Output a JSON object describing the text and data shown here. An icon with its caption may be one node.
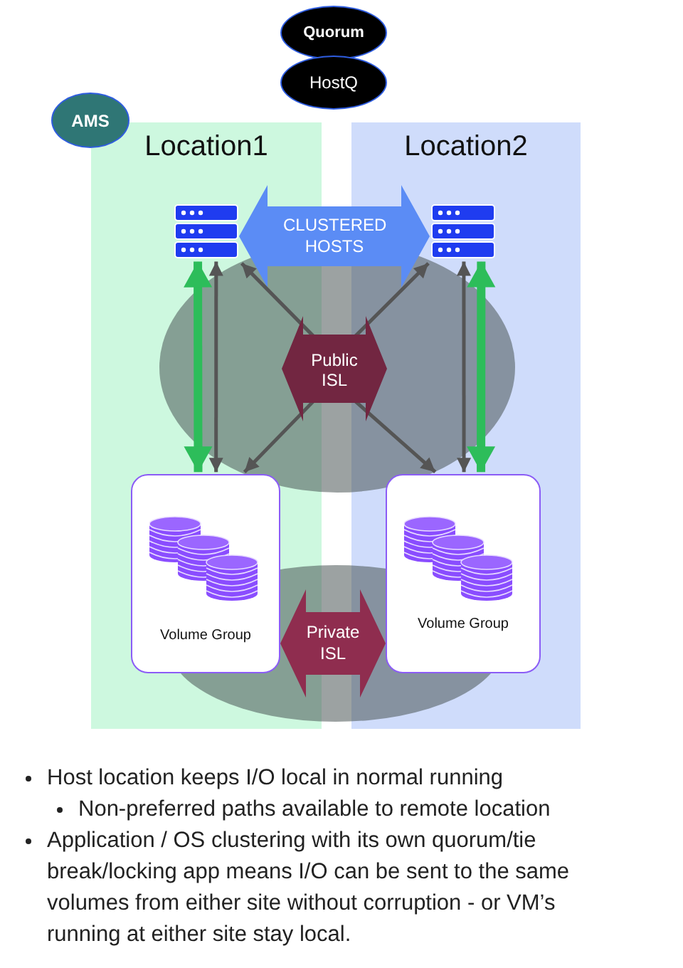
{
  "diagram": {
    "nodes": [
      {
        "text": [
          "Quorum"
        ]
      },
      {
        "text": [
          "HostQ"
        ]
      },
      {
        "text": [
          "AMS"
        ]
      },
      {
        "text": [
          "Location1"
        ]
      },
      {
        "text": [
          "Location2"
        ]
      },
      {
        "text": [],
        "shape": "server",
        "in": 3
      },
      {
        "text": [],
        "shape": "server",
        "in": 4
      },
      {
        "text": [
          "Volume Group"
        ],
        "in": 3
      },
      {
        "text": [
          "Volume Group"
        ],
        "in": 4
      },
      {
        "text": [
          "Public ISL"
        ]
      }
    ],
    "edges": [
      {
        "from": 5,
        "to": 6,
        "arrow": "both",
        "label": "CLUSTERED HOSTS",
        "style": "thick",
        "color": "#5b8cf5"
      },
      {
        "from": 9,
        "to": 5,
        "arrow": "to"
      },
      {
        "from": 9,
        "to": 6,
        "arrow": "to"
      },
      {
        "from": 9,
        "to": 7,
        "arrow": "to"
      },
      {
        "from": 9,
        "to": 8,
        "arrow": "to"
      },
      {
        "from": 5,
        "to": 7,
        "arrow": "both"
      },
      {
        "from": 6,
        "to": 8,
        "arrow": "both"
      },
      {
        "from": 5,
        "to": 7,
        "arrow": "both",
        "style": "thick",
        "color": "#2dbd5a"
      },
      {
        "from": 6,
        "to": 8,
        "arrow": "both",
        "style": "thick",
        "color": "#2dbd5a"
      },
      {
        "from": 7,
        "to": 8,
        "arrow": "both",
        "label": "Private ISL",
        "style": "thick",
        "color": "#8f2d4f"
      }
    ],
    "labels": [
      "Host location keeps I/O local in normal running",
      "Non-preferred paths available to remote location",
      "Application / OS clustering with its own quorum/tie break/locking app means I/O can be sent to the same volumes from either site without corruption - or VM’s running at either site stay local."
    ]
  }
}
